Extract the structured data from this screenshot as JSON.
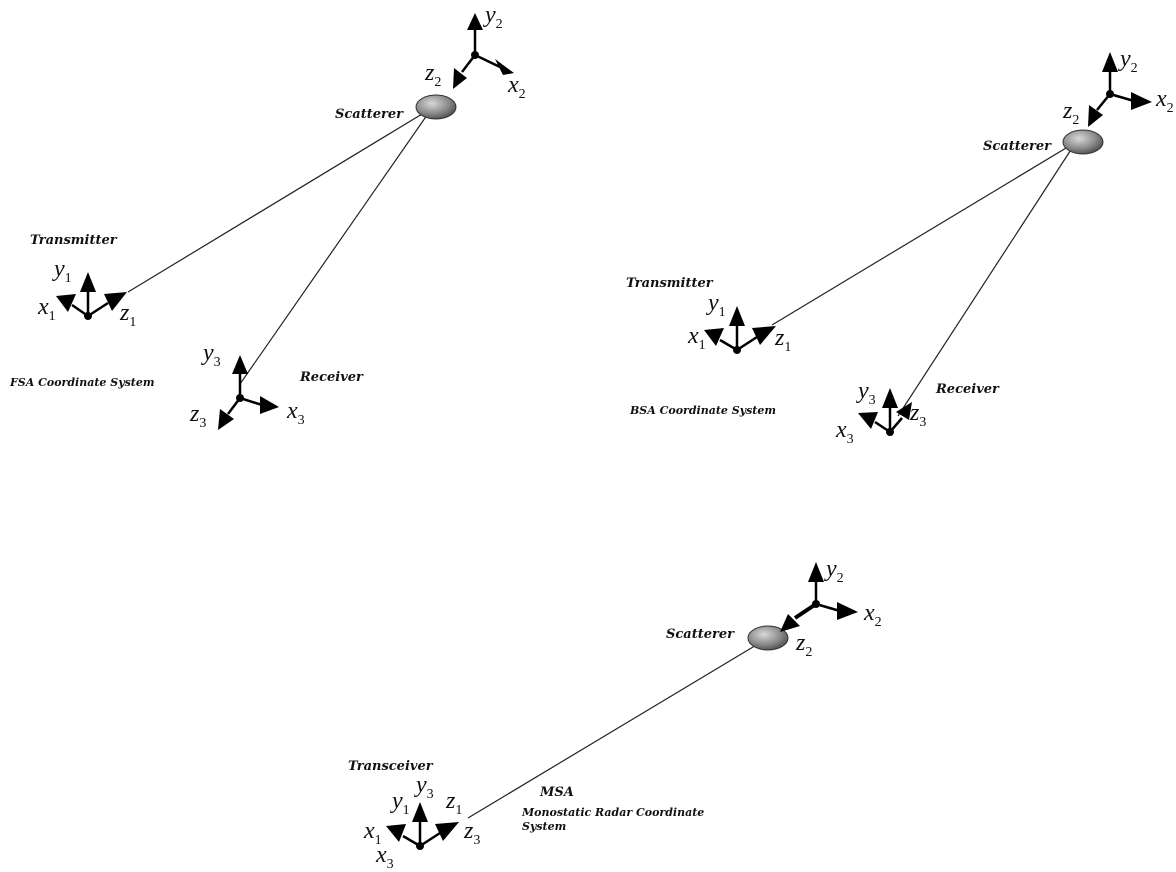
{
  "fsa": {
    "scatterer": "Scatterer",
    "transmitter": "Transmitter",
    "receiver": "Receiver",
    "caption": "FSA Coordinate System",
    "axes": {
      "x1": "x",
      "x1s": "1",
      "y1": "y",
      "y1s": "1",
      "z1": "z",
      "z1s": "1",
      "x2": "x",
      "x2s": "2",
      "y2": "y",
      "y2s": "2",
      "z2": "z",
      "z2s": "2",
      "x3": "x",
      "x3s": "3",
      "y3": "y",
      "y3s": "3",
      "z3": "z",
      "z3s": "3"
    }
  },
  "bsa": {
    "scatterer": "Scatterer",
    "transmitter": "Transmitter",
    "receiver": "Receiver",
    "caption": "BSA Coordinate System",
    "axes": {
      "x1": "x",
      "x1s": "1",
      "y1": "y",
      "y1s": "1",
      "z1": "z",
      "z1s": "1",
      "x2": "x",
      "x2s": "2",
      "y2": "y",
      "y2s": "2",
      "z2": "z",
      "z2s": "2",
      "x3": "x",
      "x3s": "3",
      "y3": "y",
      "y3s": "3",
      "z3": "z",
      "z3s": "3"
    }
  },
  "msa": {
    "scatterer": "Scatterer",
    "transceiver": "Transceiver",
    "caption_line1": "MSA",
    "caption_line2": "Monostatic Radar Coordinate",
    "caption_line3": "System",
    "axes": {
      "x1": "x",
      "x1s": "1",
      "y1": "y",
      "y1s": "1",
      "z1": "z",
      "z1s": "1",
      "x2": "x",
      "x2s": "2",
      "y2": "y",
      "y2s": "2",
      "z2": "z",
      "z2s": "2",
      "x3": "x",
      "x3s": "3",
      "y3": "y",
      "y3s": "3",
      "z3": "z",
      "z3s": "3"
    }
  }
}
